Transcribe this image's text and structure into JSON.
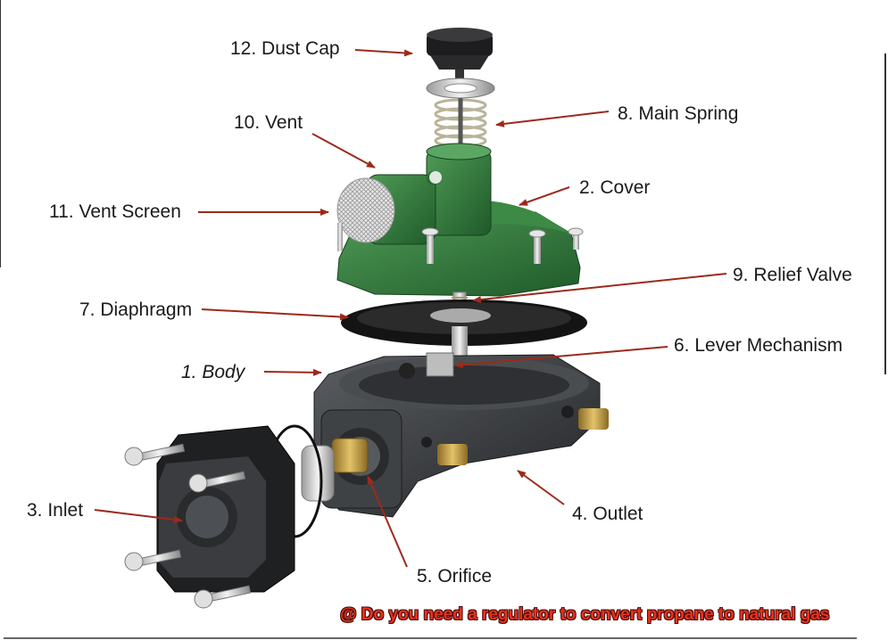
{
  "labels": {
    "dust_cap": "12. Dust Cap",
    "main_spring": "8. Main Spring",
    "vent": "10. Vent",
    "cover": "2. Cover",
    "vent_screen": "11. Vent Screen",
    "relief_valve": "9. Relief Valve",
    "diaphragm": "7. Diaphragm",
    "lever_mechanism": "6. Lever Mechanism",
    "body": "1.  Body",
    "inlet": "3. Inlet",
    "outlet": "4. Outlet",
    "orifice": "5. Orifice"
  },
  "caption": "@ Do you need a regulator to convert propane to natural gas",
  "colors": {
    "arrow": "#9c2a1c",
    "cover_green": "#2f7a3a",
    "body_dark": "#3b3d40",
    "brass": "#c8a24a",
    "caption": "#e8311f"
  }
}
